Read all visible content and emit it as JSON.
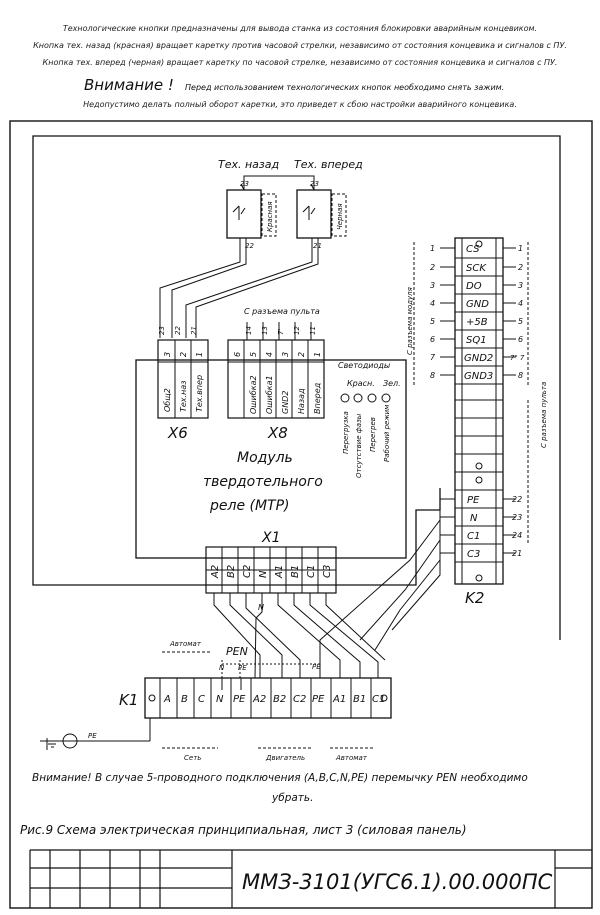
{
  "header_notes": {
    "line1": "Технологические кнопки предназначены для вывода станка из состояния блокировки аварийным концевиком.",
    "line2": "Кнопка тех. назад (красная) вращает каретку против часовой стрелки, независимо от состояния концевика и сигналов с ПУ.",
    "line3": "Кнопка тех. вперед (черная) вращает каретку по часовой стрелке, независимо от состояния концевика и сигналов с ПУ.",
    "attention_word": "Внимание !",
    "attention_text": "Перед использованием технологических кнопок необходимо снять зажим.",
    "line5": "Недопустимо делать полный оборот каретки, это приведет к сбою настройки аварийного концевика."
  },
  "buttons": {
    "back_title": "Тех. назад",
    "forward_title": "Тех. вперед",
    "back_color": "Красная",
    "forward_color": "Черная",
    "back_pins": [
      "23",
      "22"
    ],
    "forward_pins": [
      "23",
      "21"
    ]
  },
  "mtr": {
    "title_lines": [
      "Модуль",
      "твердотельного",
      "реле (МТР)"
    ],
    "x6": {
      "name": "X6",
      "pins": [
        "3",
        "2",
        "1"
      ],
      "labels": [
        "Общ2",
        "Тех.наз",
        "Тех.впер"
      ],
      "wire_numbers": [
        "23",
        "22",
        "21"
      ]
    },
    "x8": {
      "name": "X8",
      "pins": [
        "6",
        "5",
        "4",
        "3",
        "2",
        "1"
      ],
      "labels": [
        "Ошибка2",
        "Ошибка1",
        "GND2",
        "Назад",
        "Вперед"
      ],
      "wire_numbers": [
        "14",
        "13",
        "7'",
        "12",
        "11"
      ],
      "remote_label": "С разъема пульта"
    },
    "leds": {
      "title": "Светодиоды",
      "color_red": "Красн.",
      "color_green": "Зел.",
      "labels": [
        "Перегрузка",
        "Отсутствие фазы",
        "Перегрев",
        "Рабочий режим"
      ]
    },
    "x1": {
      "name": "X1",
      "terminals": [
        "A2",
        "B2",
        "C2",
        "N",
        "A1",
        "B1",
        "C1",
        "C3"
      ]
    }
  },
  "k2": {
    "name": "K2",
    "module_label": "С разъема модуля",
    "remote_label": "С разъема пульта",
    "rows": [
      {
        "signal": "CS",
        "left": "1",
        "right": "1"
      },
      {
        "signal": "SCK",
        "left": "2",
        "right": "2"
      },
      {
        "signal": "DO",
        "left": "3",
        "right": "3"
      },
      {
        "signal": "GND",
        "left": "4",
        "right": "4"
      },
      {
        "signal": "+5B",
        "left": "5",
        "right": "5"
      },
      {
        "signal": "SQ1",
        "left": "6",
        "right": "6"
      },
      {
        "signal": "GND2",
        "left": "7",
        "right": "7\" 7"
      },
      {
        "signal": "GND3",
        "left": "8",
        "right": "8"
      }
    ],
    "power_rows": [
      {
        "signal": "PE",
        "right": "22"
      },
      {
        "signal": "N",
        "right": "23"
      },
      {
        "signal": "C1",
        "right": "24"
      },
      {
        "signal": "C3",
        "right": "21"
      }
    ]
  },
  "k1": {
    "name": "K1",
    "terminals": [
      "A",
      "B",
      "C",
      "N",
      "PE",
      "A2",
      "B2",
      "C2",
      "PE",
      "A1",
      "B1",
      "C1"
    ],
    "group_automat_top": "Автомат",
    "pen": "PEN",
    "jumper_n": "N",
    "jumper_pe": "PE",
    "jumper_pe2": "PE",
    "x1_n": "N",
    "group_set": "Сеть",
    "group_motor": "Двигатель",
    "group_automat_bottom": "Автомат",
    "ground_label": "PE"
  },
  "footer": {
    "warning_line1": "Внимание! В случае 5-проводного подключения (A,B,C,N,PE) перемычку PEN необходимо",
    "warning_line2": "убрать.",
    "figure_caption": "Рис.9 Схема электрическая принципиальная, лист 3 (силовая панель)",
    "doc_code": "ММЗ-3101(УГС6.1).00.000ПС"
  },
  "colors": {
    "ink": "#111111",
    "paper": "#ffffff"
  }
}
